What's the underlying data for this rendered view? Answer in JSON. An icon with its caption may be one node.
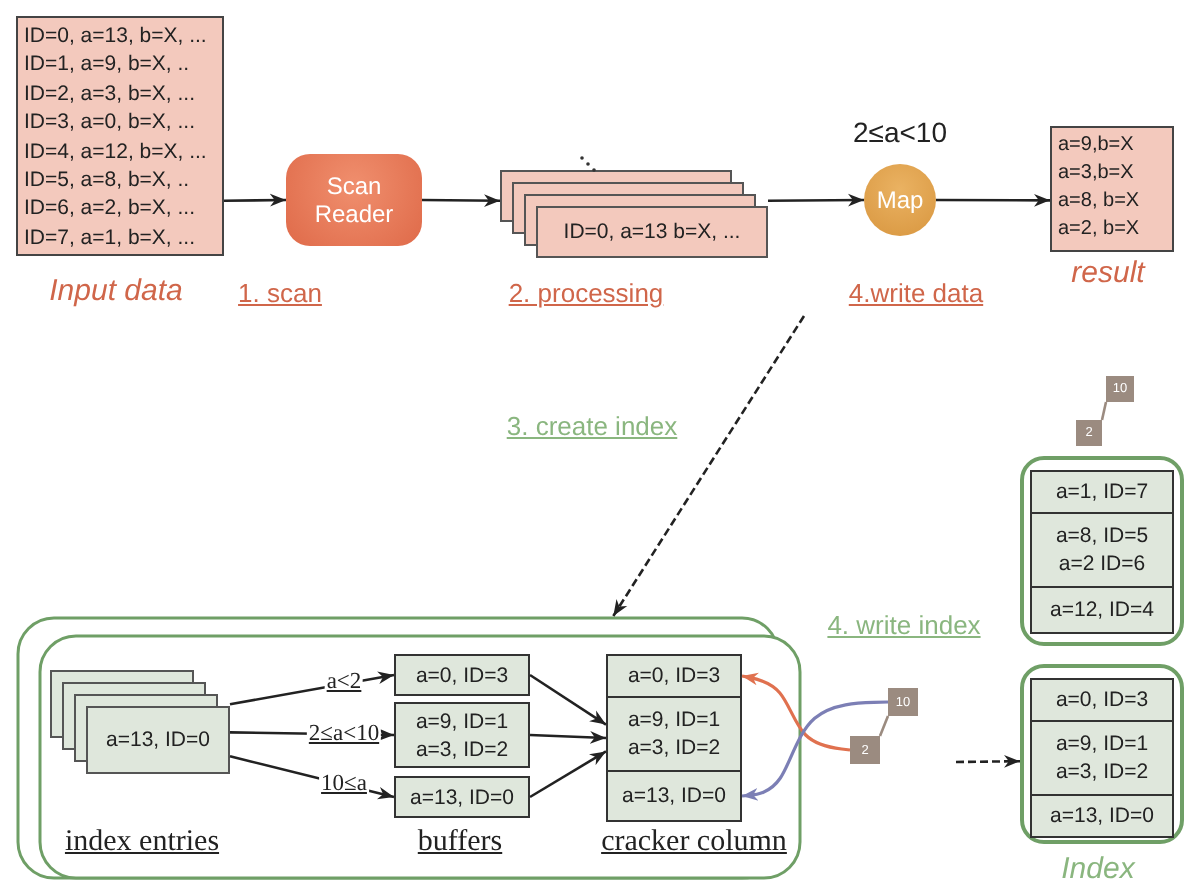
{
  "diagram": {
    "nodes": [
      {
        "text": [
          "ID=0, a=13, b=X, ...",
          "ID=1, a=9, b=X, ..",
          "ID=2, a=3, b=X, ...",
          "ID=3, a=0, b=X, ...",
          "ID=4, a=12, b=X, ...",
          "ID=5, a=8, b=X, ..",
          "ID=6, a=2, b=X, ...",
          "ID=7, a=1, b=X, ..."
        ],
        "beside": [
          "Input data"
        ]
      },
      {
        "text": [
          "Scan Reader"
        ],
        "beside": [
          "1. scan"
        ]
      },
      {
        "text": [
          "ID=0, a=13 b=X, ..."
        ],
        "beside": [
          "2. processing"
        ]
      },
      {
        "text": [
          "Map"
        ],
        "beside": [
          "2≤a<10",
          "4.write data"
        ]
      },
      {
        "text": [
          "a=9,b=X",
          "a=3,b=X",
          "a=8, b=X",
          "a=2, b=X"
        ],
        "beside": [
          "result"
        ]
      },
      {
        "text": [],
        "shape": "box"
      },
      {
        "text": [
          "a=13, ID=0"
        ],
        "in": 5,
        "beside": [
          "index entries"
        ]
      },
      {
        "text": [
          "a=0, ID=3"
        ],
        "in": 5
      },
      {
        "text": [
          "a=9, ID=1",
          "a=3, ID=2"
        ],
        "in": 5
      },
      {
        "text": [
          "a=13, ID=0"
        ],
        "in": 5
      },
      {
        "text": [],
        "shape": "box",
        "in": 5,
        "beside": [
          "cracker column"
        ]
      },
      {
        "text": [
          "a=0, ID=3"
        ],
        "in": 10
      },
      {
        "text": [
          "a=9, ID=1",
          "a=3, ID=2"
        ],
        "in": 10
      },
      {
        "text": [
          "a=13, ID=0"
        ],
        "in": 10
      },
      {
        "text": [
          "10"
        ]
      },
      {
        "text": [
          "2"
        ]
      },
      {
        "text": [],
        "shape": "box"
      },
      {
        "text": [
          "a=1, ID=7"
        ],
        "in": 16
      },
      {
        "text": [
          "a=8, ID=5",
          "a=2 ID=6"
        ],
        "in": 16
      },
      {
        "text": [
          "a=12, ID=4"
        ],
        "in": 16
      },
      {
        "text": [
          "10"
        ]
      },
      {
        "text": [
          "2"
        ]
      },
      {
        "text": [],
        "shape": "box"
      },
      {
        "text": [
          "a=0, ID=3"
        ],
        "in": 22
      },
      {
        "text": [
          "a=9, ID=1",
          "a=3, ID=2"
        ],
        "in": 22
      },
      {
        "text": [
          "a=13, ID=0"
        ],
        "in": 22
      }
    ],
    "edges": [
      {
        "from": 0,
        "to": 1,
        "arrow": "to"
      },
      {
        "from": 1,
        "to": 2,
        "arrow": "to"
      },
      {
        "from": 2,
        "to": 3,
        "arrow": "to"
      },
      {
        "from": 3,
        "to": 4,
        "arrow": "to"
      },
      {
        "from": null,
        "to": 5,
        "arrow": "to",
        "style": "dashed",
        "label": "3. create index"
      },
      {
        "from": 6,
        "to": 7,
        "arrow": "to",
        "label": "a<2"
      },
      {
        "from": 6,
        "to": 8,
        "arrow": "to",
        "label": "2≤a<10"
      },
      {
        "from": 6,
        "to": 9,
        "arrow": "to",
        "label": "10≤a"
      },
      {
        "from": 7,
        "to": 10,
        "arrow": "to"
      },
      {
        "from": 8,
        "to": 10,
        "arrow": "to"
      },
      {
        "from": 9,
        "to": 10,
        "arrow": "to"
      },
      {
        "from": 14,
        "to": 15,
        "arrow": "none",
        "color": "#9b8b80"
      },
      {
        "from": 15,
        "to": 11,
        "arrow": "to",
        "color": "#e0714f"
      },
      {
        "from": 14,
        "to": 13,
        "arrow": "to",
        "color": "#7c7fb5"
      },
      {
        "from": null,
        "to": 22,
        "arrow": "to",
        "style": "dashed"
      },
      {
        "from": 20,
        "to": 21,
        "arrow": "none",
        "color": "#9b8b80"
      }
    ],
    "labels": [
      "buffers",
      "4. write index",
      "Index"
    ]
  }
}
